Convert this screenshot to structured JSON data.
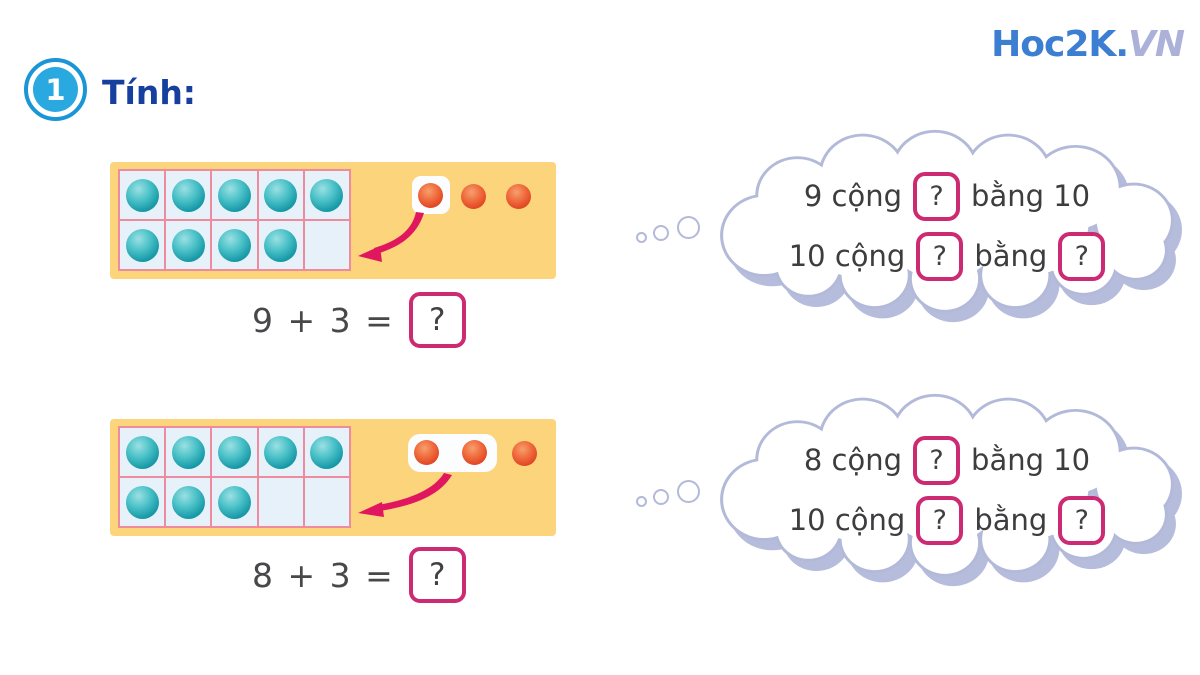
{
  "logo": {
    "part_blue": "Hoc2K",
    "part_dot": ".",
    "part_vn": "VN"
  },
  "header": {
    "badge_number": "1",
    "title": "Tính:"
  },
  "colors": {
    "panel_yellow": "#fbd47c",
    "cell_blue": "#e7f1f9",
    "grid_pink": "#ee8b9e",
    "teal_dot": "#189aa8",
    "red_dot": "#df4222",
    "arrow_crimson": "#e0175f",
    "answer_box_pink": "#cc2b74",
    "title_blue": "#173f9e",
    "badge_blue": "#2aa9e1",
    "cloud_outline": "#b3b9d9",
    "logo_blue": "#3b7ed2",
    "logo_lavender": "#abb1d9",
    "text_dark": "#414042"
  },
  "exercise1": {
    "frame_dots": 9,
    "extra_dots": 3,
    "moved_dots": 1,
    "equation": "9 + 3 =",
    "answer": "?",
    "bubble": {
      "line1_prefix": "9 cộng",
      "line1_q": "?",
      "line1_suffix": "bằng 10",
      "line2_prefix": "10 cộng",
      "line2_q1": "?",
      "line2_middle": "bằng",
      "line2_q2": "?"
    }
  },
  "exercise2": {
    "frame_dots": 8,
    "extra_dots": 3,
    "moved_dots": 2,
    "equation": "8 + 3 =",
    "answer": "?",
    "bubble": {
      "line1_prefix": "8 cộng",
      "line1_q": "?",
      "line1_suffix": "bằng 10",
      "line2_prefix": "10 cộng",
      "line2_q1": "?",
      "line2_middle": "bằng",
      "line2_q2": "?"
    }
  }
}
